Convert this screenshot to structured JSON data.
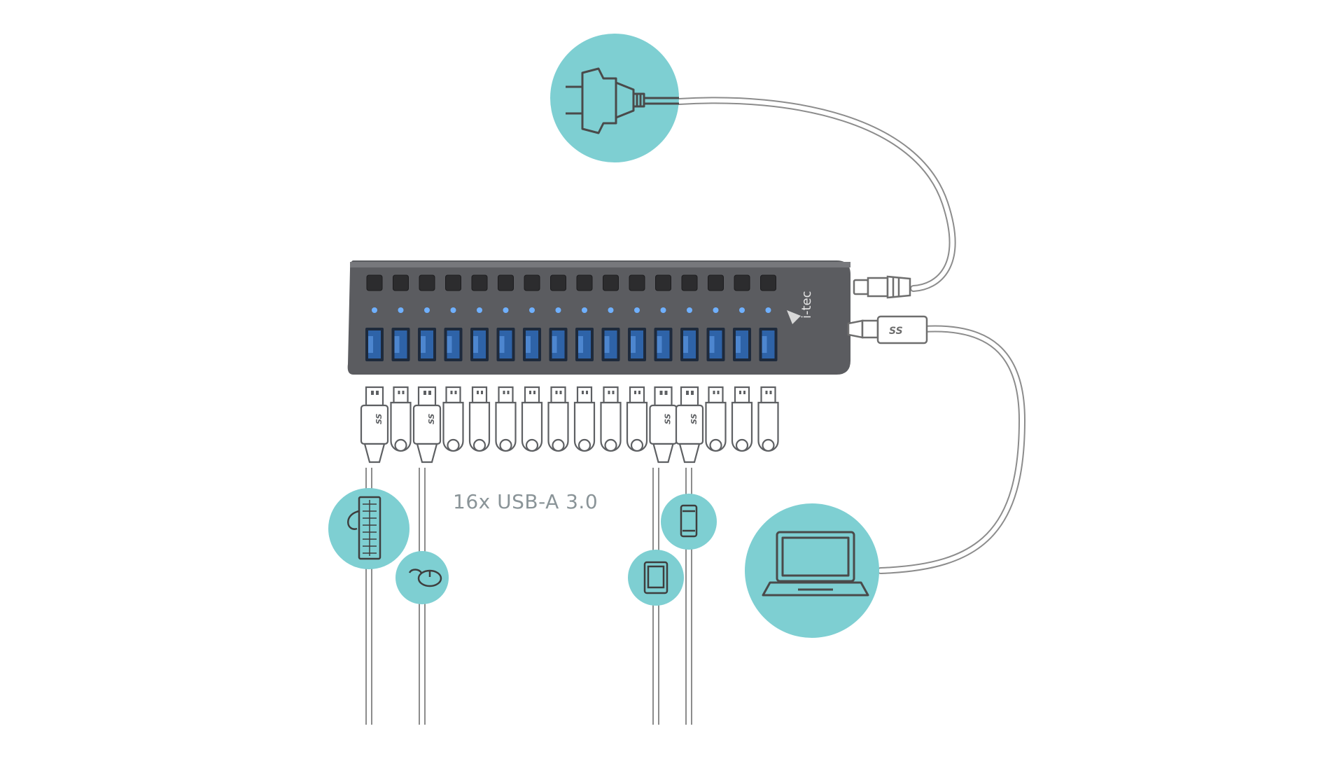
{
  "diagram": {
    "port_label": "16x USB-A 3.0",
    "brand": "i-tec",
    "port_count": 16,
    "colors": {
      "accent_circle": "#7ecfd2",
      "hub_body": "#5b5c60",
      "port_blue": "#2e63a8",
      "led_blue": "#6fb0ff",
      "line": "#7a7d80",
      "cable": "#8c8c8c"
    },
    "icons": {
      "power": "power-plug-icon",
      "laptop": "laptop-icon",
      "keyboard": "keyboard-icon",
      "mouse": "mouse-icon",
      "phone": "smartphone-icon",
      "tablet": "tablet-icon",
      "usb_logo": "usb-ss-logo-icon"
    }
  }
}
